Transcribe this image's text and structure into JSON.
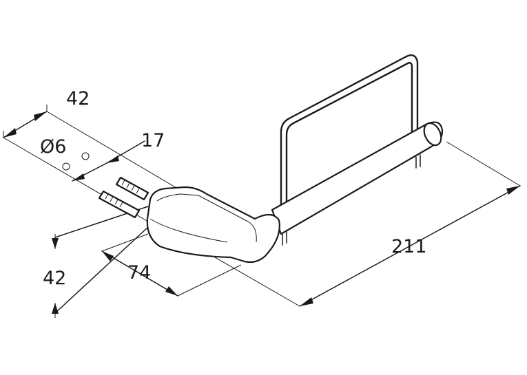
{
  "dimensions": {
    "top_width": "42",
    "hole_diameter": "Ø6",
    "hole_spacing": "17",
    "side_depth": "42",
    "base_length": "74",
    "overall_length": "211"
  },
  "colors": {
    "line": "#1a1a1a",
    "background": "#ffffff"
  }
}
